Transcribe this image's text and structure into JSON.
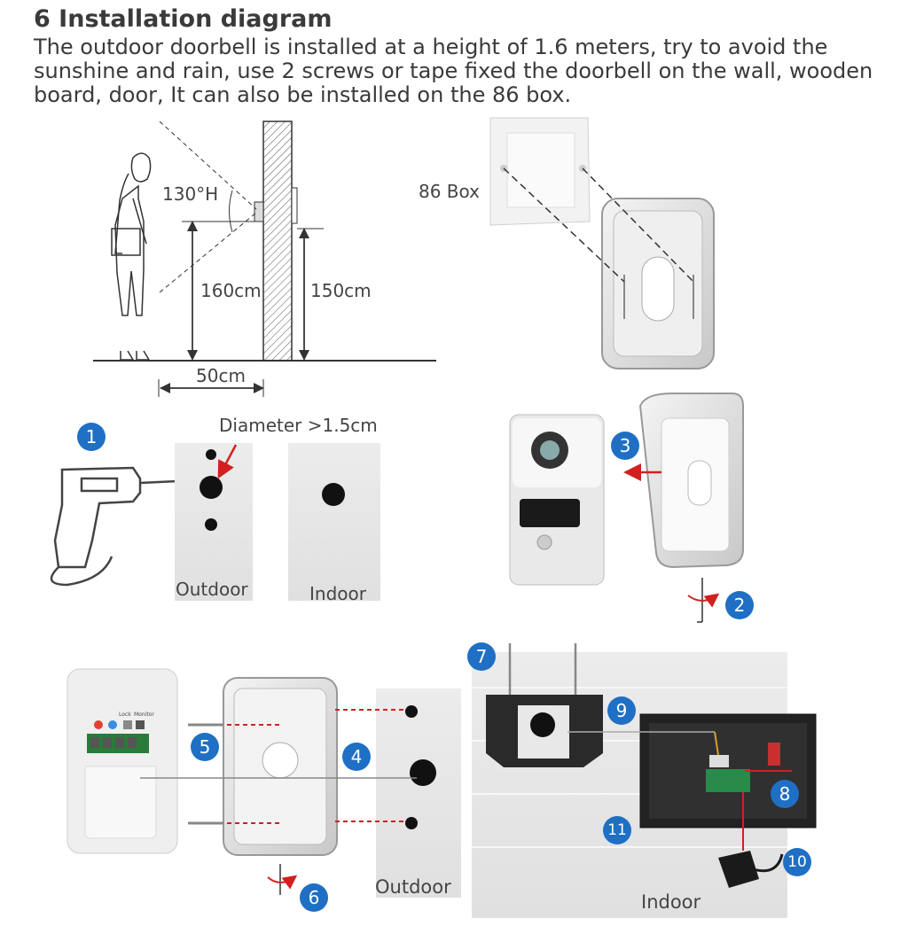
{
  "header": {
    "title": "6 Installation diagram",
    "description": "The outdoor doorbell is installed at a height of 1.6 meters, try to avoid the sunshine and rain, use 2 screws or tape fixed the doorbell on the wall, wooden board, door, It can also be installed on the 86 box."
  },
  "height_diagram": {
    "angle_label": "130°H",
    "person_height_label": "160cm",
    "doorbell_height_label": "150cm",
    "distance_label": "50cm"
  },
  "box_diagram": {
    "box_label": "86 Box"
  },
  "drill_step": {
    "diameter_label": "Diameter >1.5cm",
    "outdoor_label": "Outdoor",
    "indoor_label": "Indoor"
  },
  "assembly": {
    "outdoor_label": "Outdoor",
    "indoor_label": "Indoor",
    "terminal_labels": [
      "Lock",
      "Monitor"
    ]
  },
  "steps": [
    "1",
    "2",
    "3",
    "4",
    "5",
    "6",
    "7",
    "8",
    "9",
    "10",
    "11"
  ],
  "colors": {
    "badge": "#1f6fc4",
    "arrow": "#d22020",
    "wall": "#e6e6e6"
  }
}
